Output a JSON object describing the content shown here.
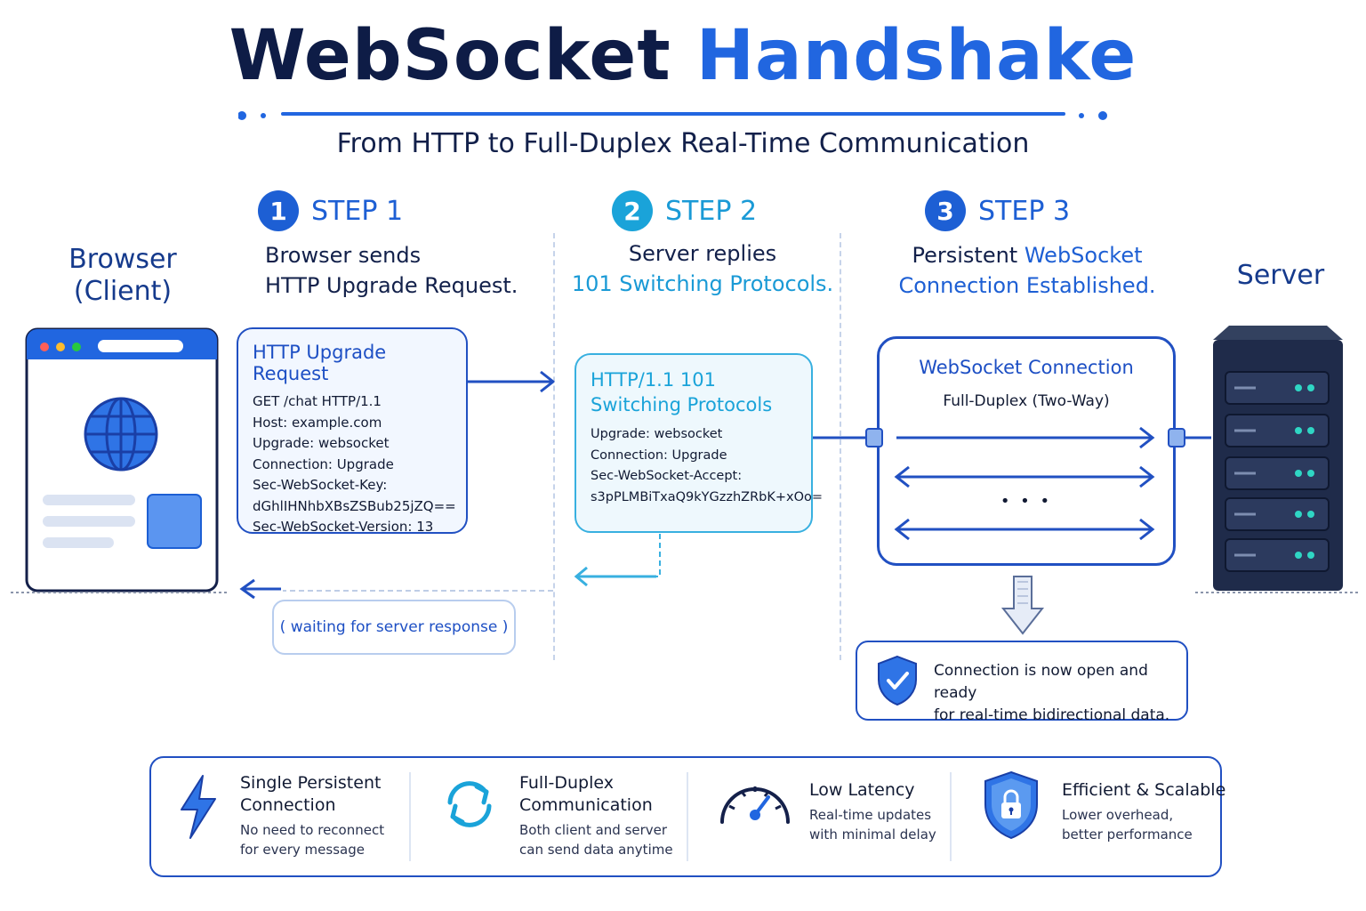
{
  "title": {
    "part1": "WebSocket",
    "part2": "Handshake"
  },
  "subtitle": "From HTTP to Full-Duplex Real-Time Communication",
  "actors": {
    "client": {
      "line1": "Browser",
      "line2": "(Client)"
    },
    "server": {
      "label": "Server"
    }
  },
  "steps": [
    {
      "number": "1",
      "label": "STEP 1",
      "line1": "Browser sends",
      "line2": "HTTP Upgrade Request."
    },
    {
      "number": "2",
      "label": "STEP 2",
      "line1": "Server replies",
      "line2": "101 Switching Protocols."
    },
    {
      "number": "3",
      "label": "STEP 3",
      "line1a": "Persistent",
      "line1b": "WebSocket",
      "line2": "Connection Established."
    }
  ],
  "request_box": {
    "title": "HTTP Upgrade Request",
    "lines": [
      "GET /chat HTTP/1.1",
      "Host: example.com",
      "Upgrade: websocket",
      "Connection: Upgrade",
      "Sec-WebSocket-Key:",
      "dGhlIHNhbXBsZSBub25jZQ==",
      "Sec-WebSocket-Version: 13"
    ]
  },
  "response_box": {
    "title_line1": "HTTP/1.1 101",
    "title_line2": "Switching Protocols",
    "lines": [
      "Upgrade: websocket",
      "Connection: Upgrade",
      "Sec-WebSocket-Accept:",
      "s3pPLMBiTxaQ9kYGzzhZRbK+xOo="
    ]
  },
  "waiting_note": "( waiting for server response )",
  "connection_box": {
    "title": "WebSocket Connection",
    "subtitle": "Full-Duplex (Two-Way)",
    "ellipsis": "• • •"
  },
  "ready_note": {
    "line1": "Connection is now open and ready",
    "line2": "for real-time bidirectional data."
  },
  "features": [
    {
      "icon": "lightning-icon",
      "title1": "Single Persistent",
      "title2": "Connection",
      "desc1": "No need to reconnect",
      "desc2": "for every message"
    },
    {
      "icon": "sync-arrows-icon",
      "title1": "Full-Duplex",
      "title2": "Communication",
      "desc1": "Both client and server",
      "desc2": "can send data anytime"
    },
    {
      "icon": "speedometer-icon",
      "title1": "Low Latency",
      "title2": "",
      "desc1": "Real-time updates",
      "desc2": "with minimal delay"
    },
    {
      "icon": "shield-lock-icon",
      "title1": "Efficient & Scalable",
      "title2": "",
      "desc1": "Lower overhead,",
      "desc2": "better performance"
    }
  ],
  "colors": {
    "navy": "#0e1c46",
    "accent_blue": "#2166e0",
    "cyan": "#1aa3d9",
    "border_blue": "#2150c2",
    "server_body": "#1f2b4a",
    "server_led": "#2fd6c4"
  }
}
